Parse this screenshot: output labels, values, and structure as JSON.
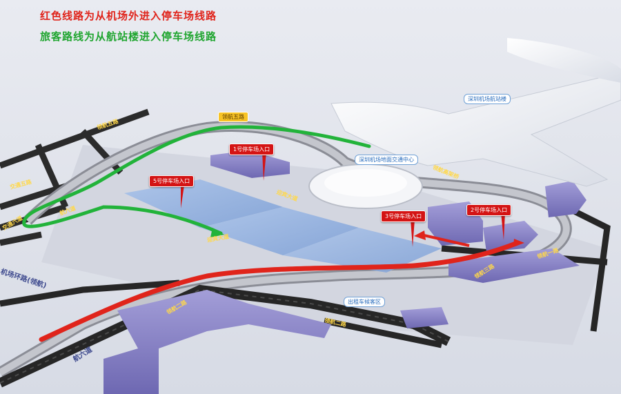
{
  "legend": {
    "red_line": "红色线路为从机场外进入停车场线路",
    "green_line": "旅客路线为从航站楼进入停车场线路"
  },
  "callouts": {
    "p1": "1号停车场入口",
    "p2": "2号停车场入口",
    "p3": "3号停车场入口",
    "p5": "5号停车场入口"
  },
  "tags": {
    "terminal": "深圳机场航站楼",
    "gtc": "深圳机场地面交通中心",
    "taxi": "出租车候客区",
    "hanghang_lu": "领航五路"
  },
  "road_labels": {
    "r1": "领航五路",
    "r2": "领航高架桥",
    "r3": "迎宾大道",
    "r4": "迎宾大道",
    "r5": "领航二路",
    "r6": "领航一路",
    "r7": "领航三路",
    "r8": "交通五路",
    "r9": "领航二路",
    "r10": "航六道",
    "r11": "交通六道",
    "r12": "机场环路(领航)",
    "r13": "航六道"
  },
  "colors": {
    "red_route": "#e0241b",
    "green_route": "#22b33a",
    "callout_bg": "#d41414",
    "parking_fill": "#8fb0e0",
    "building": "#8a84c8"
  }
}
